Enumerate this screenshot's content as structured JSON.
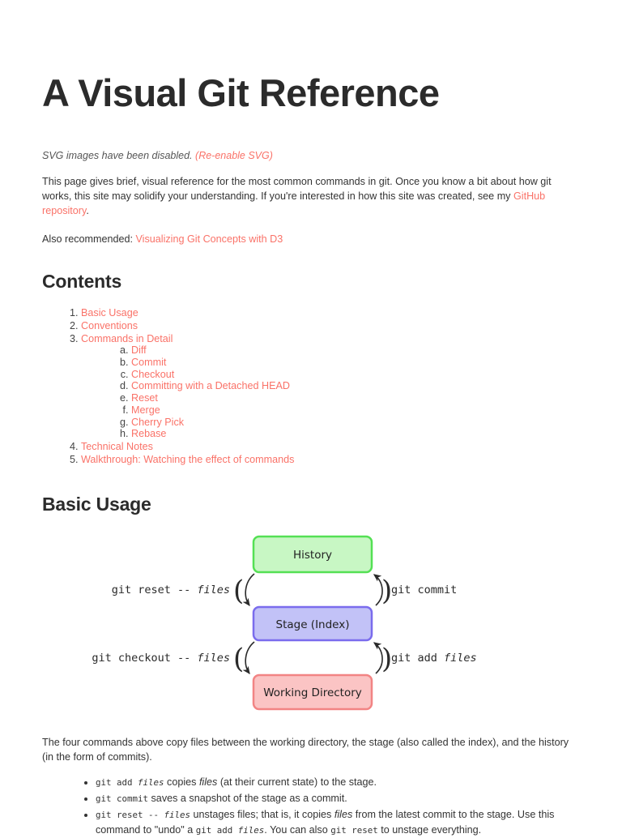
{
  "page": {
    "title": "A Visual Git Reference",
    "svg_notice": {
      "text": "SVG images have been disabled.",
      "link_label": "(Re-enable SVG)"
    },
    "intro": {
      "part1": "This page gives brief, visual reference for the most common commands in git. Once you know a bit about how git works, this site may solidify your understanding. If you're interested in how this site was created, see my ",
      "link_label": "GitHub repository",
      "part2": "."
    },
    "also_recommended": {
      "prefix": "Also recommended: ",
      "link_label": "Visualizing Git Concepts with D3"
    }
  },
  "contents": {
    "heading": "Contents",
    "items": [
      {
        "label": "Basic Usage",
        "children": []
      },
      {
        "label": "Conventions",
        "children": []
      },
      {
        "label": "Commands in Detail",
        "children": [
          {
            "label": "Diff"
          },
          {
            "label": "Commit"
          },
          {
            "label": "Checkout"
          },
          {
            "label": "Committing with a Detached HEAD"
          },
          {
            "label": "Reset"
          },
          {
            "label": "Merge"
          },
          {
            "label": "Cherry Pick"
          },
          {
            "label": "Rebase"
          }
        ]
      },
      {
        "label": "Technical Notes",
        "children": []
      },
      {
        "label": "Walkthrough: Watching the effect of commands",
        "children": []
      }
    ]
  },
  "basic_usage": {
    "heading": "Basic Usage",
    "diagram": {
      "boxes": [
        {
          "id": "history",
          "label": "History",
          "fill": "#c8f7c4",
          "stroke": "#54e054"
        },
        {
          "id": "stage",
          "label": "Stage (Index)",
          "fill": "#c2c2f7",
          "stroke": "#7a6ced"
        },
        {
          "id": "working-directory",
          "label": "Working Directory",
          "fill": "#fbc4c4",
          "stroke": "#f28484"
        }
      ],
      "arrows": [
        {
          "id": "reset",
          "side": "left",
          "cmd": "git reset -- ",
          "arg": "files",
          "from": "history",
          "to": "stage"
        },
        {
          "id": "commit",
          "side": "right",
          "cmd": "git commit",
          "arg": "",
          "from": "stage",
          "to": "history"
        },
        {
          "id": "checkout",
          "side": "left",
          "cmd": "git checkout -- ",
          "arg": "files",
          "from": "stage",
          "to": "working-directory"
        },
        {
          "id": "add",
          "side": "right",
          "cmd": "git add ",
          "arg": "files",
          "from": "working-directory",
          "to": "stage"
        }
      ]
    },
    "closing_paragraph": "The four commands above copy files between the working directory, the stage (also called the index), and the history (in the form of commits).",
    "bullets": [
      {
        "id": "git-add",
        "segments": [
          {
            "type": "code",
            "text": "git add "
          },
          {
            "type": "code-arg",
            "text": "files"
          },
          {
            "type": "text",
            "text": " copies "
          },
          {
            "type": "italic",
            "text": "files"
          },
          {
            "type": "text",
            "text": " (at their current state) to the stage."
          }
        ]
      },
      {
        "id": "git-commit",
        "segments": [
          {
            "type": "code",
            "text": "git commit"
          },
          {
            "type": "text",
            "text": " saves a snapshot of the stage as a commit."
          }
        ]
      },
      {
        "id": "git-reset",
        "segments": [
          {
            "type": "code",
            "text": "git reset -- "
          },
          {
            "type": "code-arg",
            "text": "files"
          },
          {
            "type": "text",
            "text": " unstages files; that is, it copies "
          },
          {
            "type": "italic",
            "text": "files"
          },
          {
            "type": "text",
            "text": " from the latest commit to the stage. Use this command to \"undo\" a "
          },
          {
            "type": "code",
            "text": "git add "
          },
          {
            "type": "code-arg",
            "text": "files"
          },
          {
            "type": "text",
            "text": ". You can also "
          },
          {
            "type": "code",
            "text": "git reset"
          },
          {
            "type": "text",
            "text": " to unstage everything."
          }
        ]
      }
    ]
  },
  "colors": {
    "link": "#fa7268",
    "text": "#333333",
    "heading": "#2b2b2b",
    "background": "#ffffff"
  }
}
